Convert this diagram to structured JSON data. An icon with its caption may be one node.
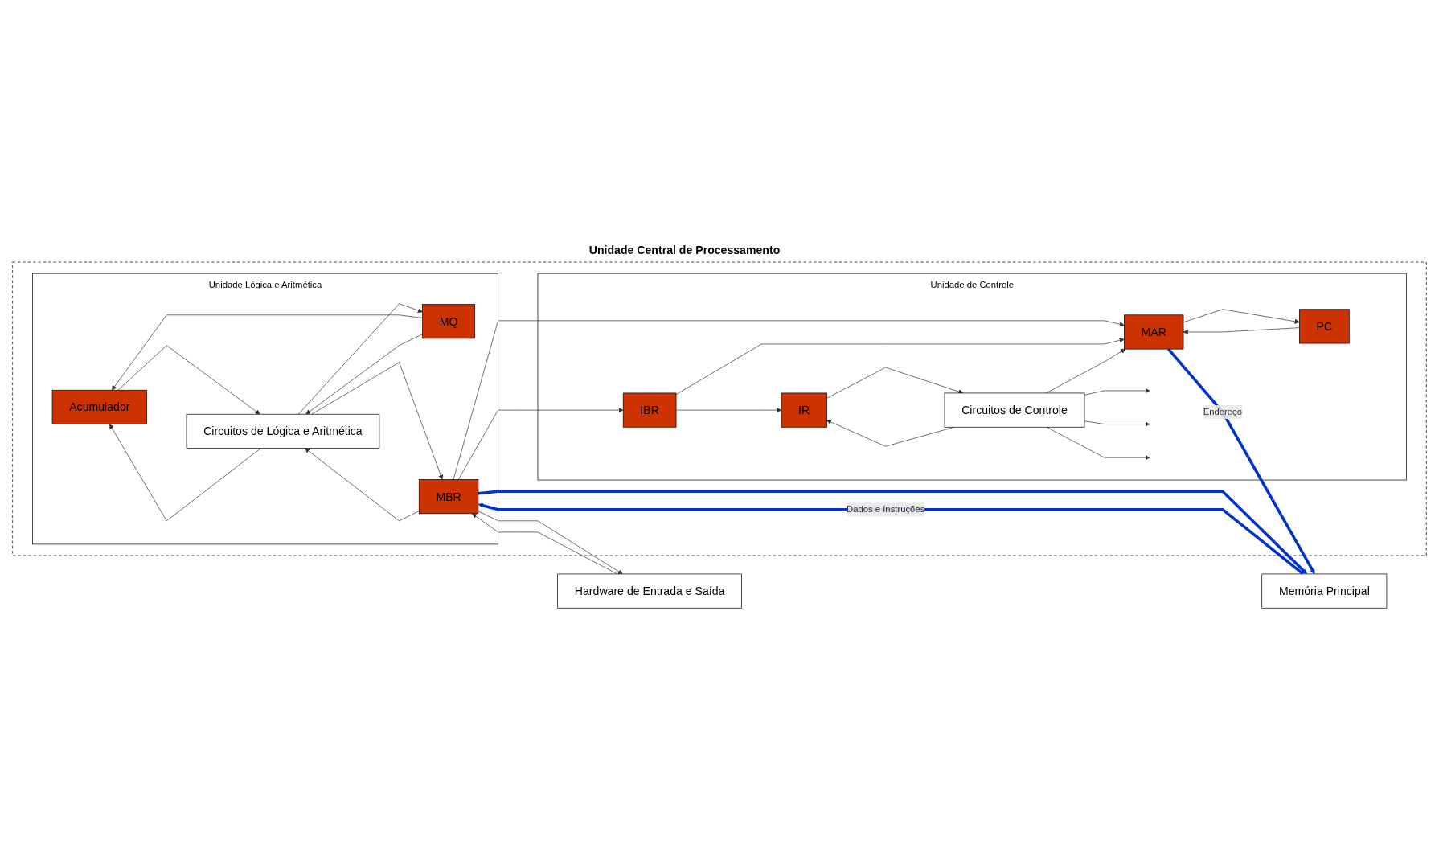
{
  "diagram": {
    "nodes": [
      {
        "text": [
          "Unidade Central de Processamento"
        ]
      },
      {
        "text": [
          "Unidade Lógica e Aritmética"
        ],
        "in": 0
      },
      {
        "text": [
          "Acumulador"
        ],
        "in": 1
      },
      {
        "text": [
          "MQ"
        ],
        "in": 1
      },
      {
        "text": [
          "Circuitos de Lógica e Aritmética"
        ],
        "in": 1
      },
      {
        "text": [
          "MBR"
        ],
        "in": 1
      },
      {
        "text": [
          "Unidade de Controle"
        ],
        "in": 0
      },
      {
        "text": [
          "IBR"
        ],
        "in": 6
      },
      {
        "text": [
          "PC"
        ],
        "in": 6
      },
      {
        "text": [
          "IR"
        ],
        "in": 6
      },
      {
        "text": [
          "MAR"
        ],
        "in": 6
      },
      {
        "text": [
          "Circuitos de Controle"
        ],
        "in": 6
      },
      {
        "text": [
          "Hardware de Entrada e Saída"
        ]
      },
      {
        "text": [
          "Memória Principal"
        ]
      }
    ],
    "edges": [
      {
        "from": 3,
        "to": 2,
        "arrow": "to"
      },
      {
        "from": 2,
        "to": 4,
        "arrow": "to"
      },
      {
        "from": 4,
        "to": 2,
        "arrow": "to"
      },
      {
        "from": 4,
        "to": 3,
        "arrow": "to"
      },
      {
        "from": 3,
        "to": 4,
        "arrow": "to"
      },
      {
        "from": 4,
        "to": 5,
        "arrow": "to"
      },
      {
        "from": 5,
        "to": 4,
        "arrow": "to"
      },
      {
        "from": 12,
        "to": 5,
        "arrow": "to"
      },
      {
        "from": 5,
        "to": 12,
        "arrow": "to"
      },
      {
        "from": 5,
        "to": 13,
        "arrow": "to",
        "style": "thick",
        "color": "#0033cc"
      },
      {
        "from": 13,
        "to": 5,
        "arrow": "to",
        "label": "Dados e Instruções",
        "style": "thick",
        "color": "#0033cc"
      },
      {
        "from": 5,
        "to": 7,
        "arrow": "to"
      },
      {
        "from": 5,
        "to": 10,
        "arrow": "to"
      },
      {
        "from": 8,
        "to": 10,
        "arrow": "to"
      },
      {
        "from": 10,
        "to": 8,
        "arrow": "to"
      },
      {
        "from": 7,
        "to": 9,
        "arrow": "to"
      },
      {
        "from": 7,
        "to": 10,
        "arrow": "to"
      },
      {
        "from": 9,
        "to": 11,
        "arrow": "to"
      },
      {
        "from": 11,
        "to": 9,
        "arrow": "to"
      },
      {
        "from": 11,
        "to": 10,
        "arrow": "to"
      },
      {
        "from": 11,
        "to": null,
        "arrow": "to"
      },
      {
        "from": 11,
        "to": null,
        "arrow": "to"
      },
      {
        "from": 11,
        "to": null,
        "arrow": "to"
      },
      {
        "from": 10,
        "to": 13,
        "arrow": "to",
        "label": "Endereço",
        "style": "thick",
        "color": "#0033cc"
      }
    ]
  }
}
